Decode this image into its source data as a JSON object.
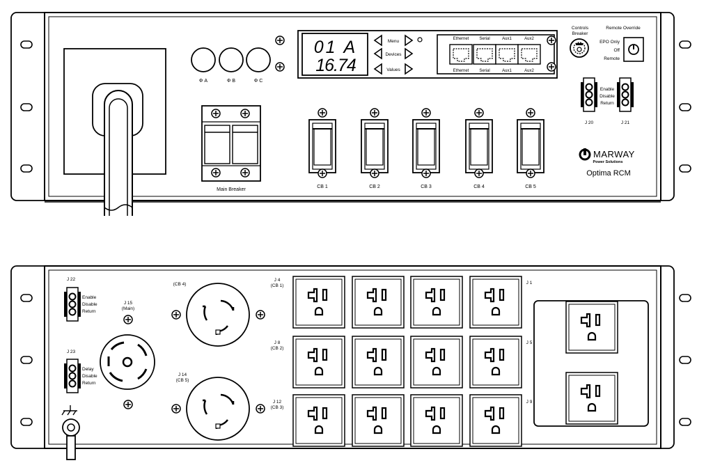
{
  "front": {
    "phase_labels": [
      "Φ A",
      "Φ B",
      "Φ C"
    ],
    "display": {
      "line1": "01 A",
      "line2": "16.74"
    },
    "nav": [
      "Menu",
      "Devices",
      "Values"
    ],
    "ports_top": [
      "Ethernet",
      "Serial",
      "Aux1",
      "Aux2"
    ],
    "ports_bottom": [
      "Ethernet",
      "Serial",
      "Aux1",
      "Aux2"
    ],
    "controls_breaker": [
      "Controls",
      "Breaker"
    ],
    "remote_override": {
      "title": "Remote Override",
      "options": [
        "EPO Only",
        "Off",
        "Remote"
      ]
    },
    "enable_block": [
      "Enable",
      "Disable",
      "Return"
    ],
    "j20": "J 20",
    "j21": "J 21",
    "main_breaker": "Main Breaker",
    "cb_labels": [
      "CB 1",
      "CB 2",
      "CB 3",
      "CB 4",
      "CB 5"
    ],
    "brand": {
      "name": "MARWAY",
      "tagline": "Power Solutions",
      "model": "Optima RCM"
    }
  },
  "rear": {
    "j22": "J 22",
    "j22_labels": [
      "Enable",
      "Disable",
      "Return"
    ],
    "j23": "J 23",
    "j23_labels": [
      "Delay",
      "Disable",
      "Return"
    ],
    "j15": [
      "J 15",
      "(Main)"
    ],
    "cb4": "(CB 4)",
    "j14": [
      "J 14",
      "(CB 5)"
    ],
    "j4": [
      "J 4",
      "(CB 1)"
    ],
    "j8": [
      "J 8",
      "(CB 2)"
    ],
    "j12": [
      "J 12",
      "(CB 3)"
    ],
    "j1": "J 1",
    "j5": "J 5",
    "j9": "J 9"
  }
}
